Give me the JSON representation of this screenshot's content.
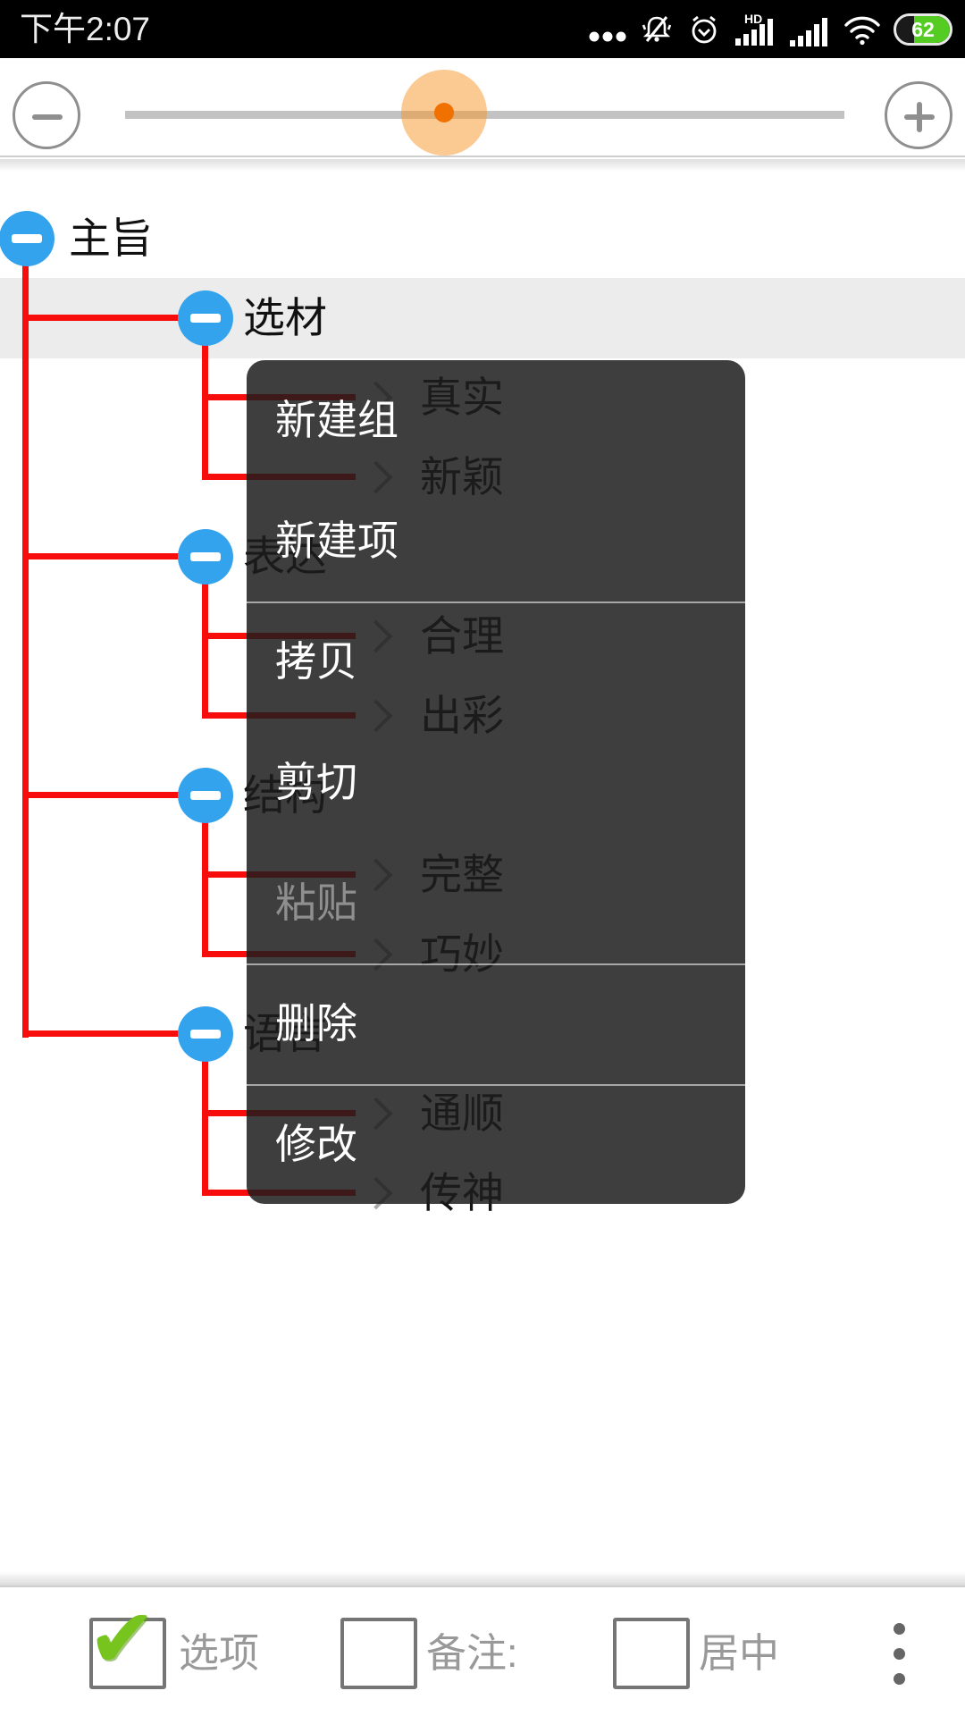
{
  "status_bar": {
    "time": "下午2:07",
    "battery_percent": "62",
    "icons": [
      "more-dots-icon",
      "mute-bell-icon",
      "alarm-icon",
      "hd-signal-icon",
      "signal-icon",
      "wifi-icon",
      "battery-icon"
    ]
  },
  "zoom_bar": {
    "value_percent": 46,
    "minus_label": "−",
    "plus_label": "+"
  },
  "tree": {
    "root": {
      "label": "主旨"
    },
    "nodes": [
      {
        "label": "选材",
        "selected": true,
        "children": [
          {
            "label": "真实"
          },
          {
            "label": "新颖"
          }
        ]
      },
      {
        "label": "表达",
        "selected": false,
        "children": [
          {
            "label": "合理"
          },
          {
            "label": "出彩"
          }
        ]
      },
      {
        "label": "结构",
        "selected": false,
        "children": [
          {
            "label": "完整"
          },
          {
            "label": "巧妙"
          }
        ]
      },
      {
        "label": "语言",
        "selected": false,
        "children": [
          {
            "label": "通顺"
          },
          {
            "label": "传神"
          }
        ]
      }
    ]
  },
  "context_menu": {
    "items": [
      {
        "label": "新建组",
        "enabled": true
      },
      {
        "label": "新建项",
        "enabled": true
      },
      {
        "label": "拷贝",
        "enabled": true
      },
      {
        "label": "剪切",
        "enabled": true
      },
      {
        "label": "粘贴",
        "enabled": false
      },
      {
        "label": "删除",
        "enabled": true
      },
      {
        "label": "修改",
        "enabled": true
      }
    ]
  },
  "toolbar": {
    "checkboxes": [
      {
        "label": "选项",
        "checked": true
      },
      {
        "label": "备注:",
        "checked": false
      },
      {
        "label": "居中",
        "checked": false
      }
    ],
    "check_glyph": "✔",
    "overflow_menu": "more-vertical-dots"
  },
  "colors": {
    "accent_blue": "#34a3ee",
    "line_red": "#f70d0c",
    "battery_green": "#55cc22",
    "menu_bg": "#3e3e3e",
    "highlight_row": "#ececec",
    "check_green": "#76c41d",
    "slider_orange": "#f07000"
  }
}
